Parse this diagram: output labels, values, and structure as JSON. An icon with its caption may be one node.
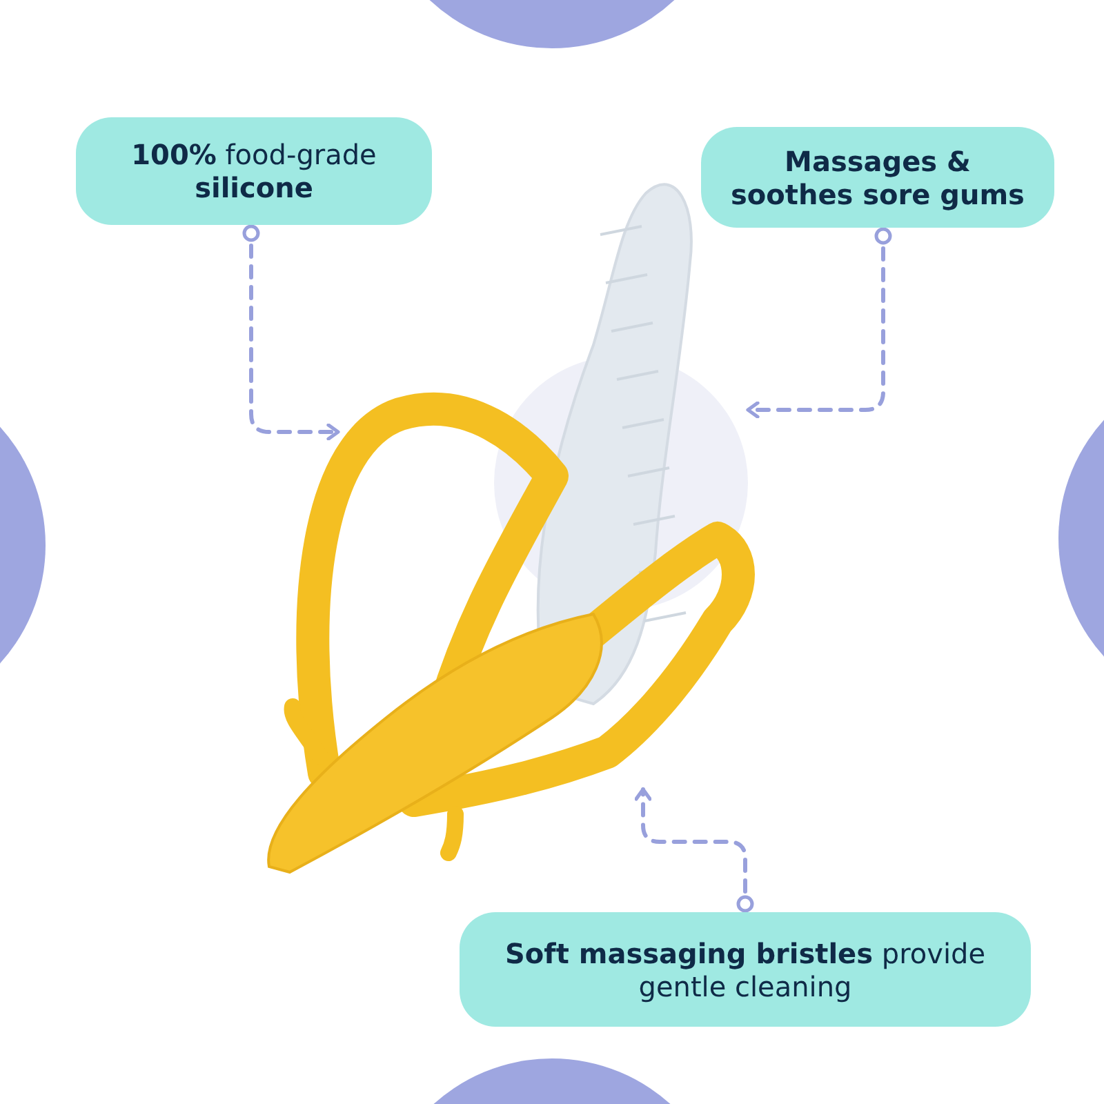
{
  "diagram": {
    "nodes": [
      {
        "text": [
          "**100%** food-grade **silicone**"
        ]
      },
      {
        "text": [
          "Massages & soothes sore gums"
        ]
      },
      {
        "text": [
          "**Soft massaging bristles** provide gentle cleaning"
        ]
      },
      {
        "text": [],
        "shape": "picture"
      }
    ],
    "edges": [
      {
        "from": 0,
        "to": 3,
        "arrow": "to",
        "style": "dashed"
      },
      {
        "from": 1,
        "to": 3,
        "arrow": "to",
        "style": "dashed"
      },
      {
        "from": 2,
        "to": 3,
        "arrow": "to",
        "style": "dashed"
      }
    ]
  }
}
